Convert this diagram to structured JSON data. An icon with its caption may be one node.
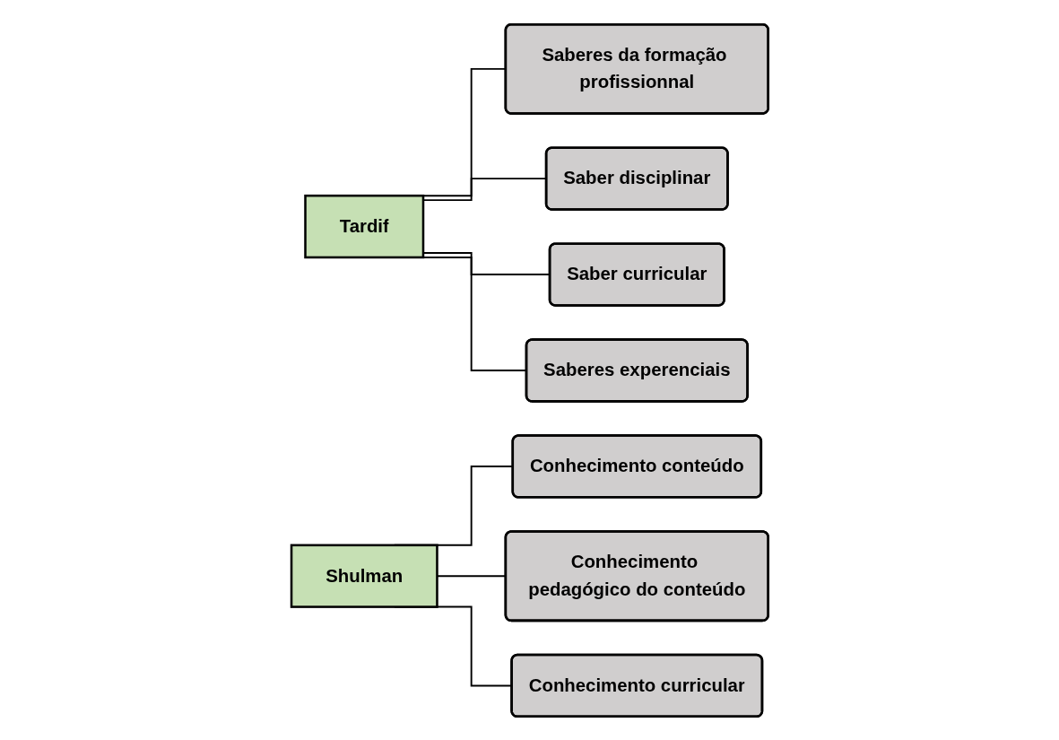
{
  "diagram": {
    "nodes": [
      {
        "text": [
          "Tardif"
        ]
      },
      {
        "text": [
          "Saberes da formação profissionnal"
        ]
      },
      {
        "text": [
          "Saber disciplinar"
        ]
      },
      {
        "text": [
          "Saber curricular"
        ]
      },
      {
        "text": [
          "Saberes experenciais"
        ]
      },
      {
        "text": [
          "Shulman"
        ]
      },
      {
        "text": [
          "Conhecimento conteúdo"
        ]
      },
      {
        "text": [
          "Conhecimento pedagógico do conteúdo"
        ]
      },
      {
        "text": [
          "Conhecimento curricular"
        ]
      }
    ],
    "edges": [
      {
        "from": 0,
        "to": 1,
        "arrow": "none"
      },
      {
        "from": 0,
        "to": 2,
        "arrow": "none"
      },
      {
        "from": 0,
        "to": 3,
        "arrow": "none"
      },
      {
        "from": 0,
        "to": 4,
        "arrow": "none"
      },
      {
        "from": 5,
        "to": 6,
        "arrow": "none"
      },
      {
        "from": 5,
        "to": 7,
        "arrow": "none"
      },
      {
        "from": 5,
        "to": 8,
        "arrow": "none"
      }
    ]
  }
}
